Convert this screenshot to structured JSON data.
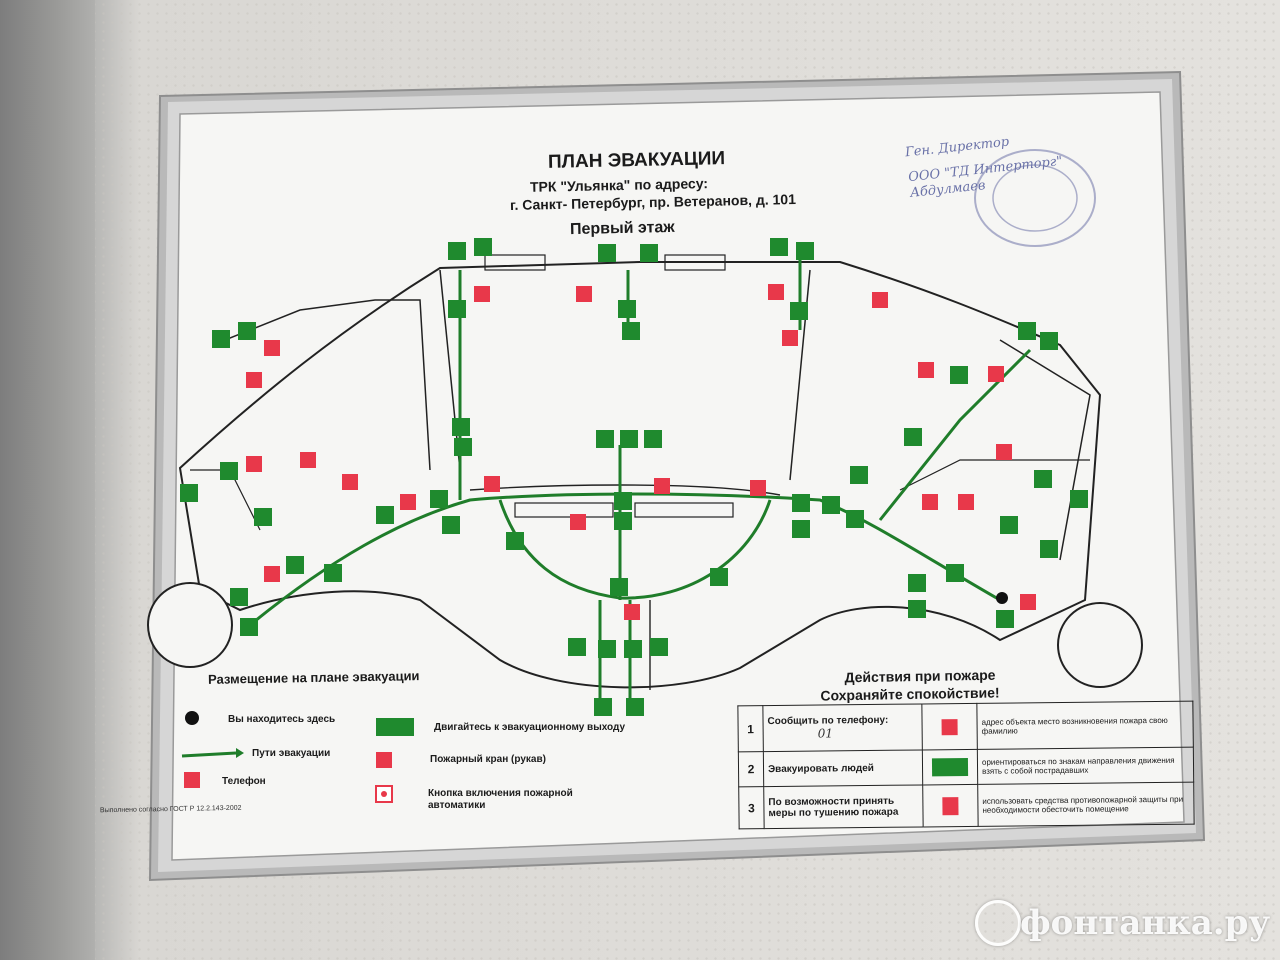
{
  "plan": {
    "title": "ПЛАН ЭВАКУАЦИИ",
    "subtitle_line1": "ТРК \"Ульянка\" по адресу:",
    "subtitle_line2": "г. Санкт- Петербург, пр. Ветеранов, д. 101",
    "floor": "Первый этаж"
  },
  "signature": {
    "line1": "Ген. Директор",
    "line2": "ООО \"ТД Интерторг\"",
    "line3": "Абдулмаев"
  },
  "legend": {
    "title": "Размещение на плане эвакуации",
    "items": [
      {
        "icon": "you-are-here-dot",
        "label": "Вы находитесь здесь"
      },
      {
        "icon": "evacuation-route-arrow",
        "label": "Пути эвакуации"
      },
      {
        "icon": "phone-icon",
        "label": "Телефон"
      },
      {
        "icon": "exit-direction-icon",
        "label": "Двигайтесь к эвакуационному выходу"
      },
      {
        "icon": "fire-hose-icon",
        "label": "Пожарный кран (рукав)"
      },
      {
        "icon": "fire-alarm-button-icon",
        "label": "Кнопка включения пожарной автоматики"
      }
    ],
    "gost": "Выполнено согласно ГОСТ Р 12.2.143-2002"
  },
  "actions": {
    "title_line1": "Действия при пожаре",
    "title_line2": "Сохраняйте спокойствие!",
    "rows": [
      {
        "num": "1",
        "action": "Сообщить по телефону:",
        "handwritten": "01",
        "icon": "phone-icon",
        "detail": "адрес объекта место возникновения пожара свою фамилию"
      },
      {
        "num": "2",
        "action": "Эвакуировать людей",
        "icon": "exit-direction-icon",
        "detail": "ориентироваться по знакам направления движения взять с собой пострадавших"
      },
      {
        "num": "3",
        "action": "По возможности принять меры по тушению пожара",
        "icon": "fire-extinguisher-icon",
        "detail": "использовать средства противопожарной защиты при необходимости обесточить помещение"
      }
    ]
  },
  "watermark": "фонтанка.ру",
  "colors": {
    "sign_green": "#1f8a2e",
    "sign_red": "#e8384a",
    "route_green": "#1f7d2a"
  }
}
